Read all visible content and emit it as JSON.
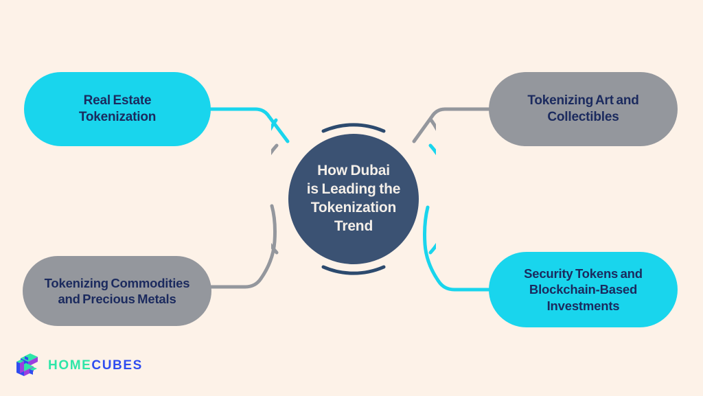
{
  "theme": {
    "background": "#fdf2e8",
    "cyan": "#19d5ed",
    "grey": "#94979d",
    "navy": "#3b5273",
    "node_text": "#1b2a5e",
    "hub_text": "#f4efe9"
  },
  "hub": {
    "title_lines": [
      "How Dubai",
      "is Leading the",
      "Tokenization",
      "Trend"
    ],
    "title": "How Dubai is Leading the Tokenization Trend"
  },
  "nodes": [
    {
      "id": "real-estate-tokenization",
      "position": "top-left",
      "color": "cyan",
      "lines": [
        "Real Estate",
        "Tokenization"
      ],
      "label": "Real Estate Tokenization"
    },
    {
      "id": "tokenizing-art-and-collectibles",
      "position": "top-right",
      "color": "grey",
      "lines": [
        "Tokenizing Art and",
        "Collectibles"
      ],
      "label": "Tokenizing Art and Collectibles"
    },
    {
      "id": "tokenizing-commodities-and-precious-metals",
      "position": "bottom-left",
      "color": "grey",
      "lines": [
        "Tokenizing Commodities",
        "and Precious Metals"
      ],
      "label": "Tokenizing Commodities and Precious Metals"
    },
    {
      "id": "security-tokens-and-blockchain-based-investments",
      "position": "bottom-right",
      "color": "cyan",
      "lines": [
        "Security Tokens and",
        "Blockchain-Based",
        "Investments"
      ],
      "label": "Security Tokens and Blockchain-Based Investments"
    }
  ],
  "connectors": [
    {
      "id": "connector-top-left",
      "color": "#19d5ed"
    },
    {
      "id": "connector-top-right",
      "color": "#94979d"
    },
    {
      "id": "connector-bottom-left",
      "color": "#94979d"
    },
    {
      "id": "connector-bottom-right",
      "color": "#19d5ed"
    }
  ],
  "brand": {
    "name_part_1": "HOME",
    "name_part_2": "CUBES",
    "logo_colors": {
      "green": "#2ee6a8",
      "blue": "#2f4cf0",
      "purple": "#9b3fe0"
    }
  }
}
